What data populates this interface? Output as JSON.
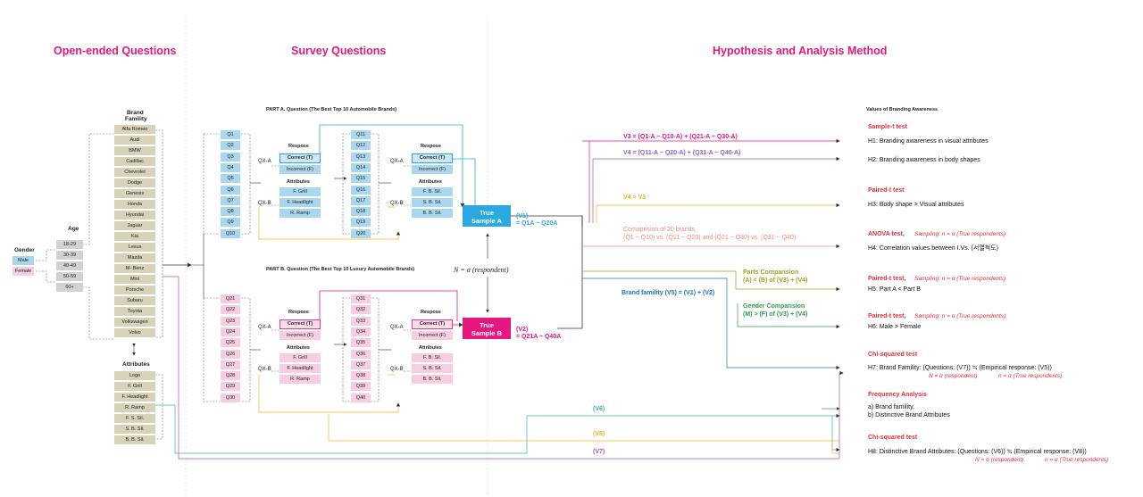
{
  "headers": {
    "open_ended": "Open-ended Questions",
    "survey": "Survey Questions",
    "hypothesis": "Hypothesis and Analysis Method"
  },
  "gender": {
    "title": "Gender",
    "items": [
      "Male",
      "Female"
    ]
  },
  "age": {
    "title": "Age",
    "items": [
      "18-29",
      "30-39",
      "40-49",
      "50-59",
      "60+"
    ]
  },
  "brand_family": {
    "title_1": "Brand",
    "title_2": "Famility",
    "items": [
      "Alfa Romeo",
      "Audi",
      "BMW",
      "Cadillac",
      "Chevrolet",
      "Dodge",
      "Genesis",
      "Honda",
      "Hyundai",
      "Jaguar",
      "Kia",
      "Lexus",
      "Mazda",
      "M- Benz",
      "Mini",
      "Porsche",
      "Subaru",
      "Toyota",
      "Volkswagen",
      "Volvo"
    ]
  },
  "attributes": {
    "title": "Attributes",
    "items": [
      "Logo",
      "F. Grill",
      "F. Headlight",
      "R. Ramp",
      "F. S. Sil.",
      "S. B. Sil.",
      "B. B. Sil."
    ]
  },
  "part_a": {
    "title": "PART A. Question (The Best Top 10 Automobile Brands)",
    "q_left": [
      "Q1",
      "Q2",
      "Q3",
      "Q4",
      "Q5",
      "Q6",
      "Q7",
      "Q8",
      "Q9",
      "Q10"
    ],
    "q_right": [
      "Q11",
      "Q12",
      "Q13",
      "Q14",
      "Q15",
      "Q16",
      "Q17",
      "Q18",
      "Q19",
      "Q20"
    ]
  },
  "part_b": {
    "title": "PART B. Question (The Best Top 10 Luxury Automobile Brands)",
    "q_left": [
      "Q21",
      "Q22",
      "Q23",
      "Q24",
      "Q25",
      "Q26",
      "Q27",
      "Q28",
      "Q29",
      "Q30"
    ],
    "q_right": [
      "Q31",
      "Q32",
      "Q33",
      "Q34",
      "Q35",
      "Q36",
      "Q37",
      "Q38",
      "Q39",
      "Q40"
    ]
  },
  "response": {
    "title": "Respose",
    "correct": "Correct (T)",
    "incorrect": "Incorrect (F)"
  },
  "attr_block": {
    "title": "Attributes",
    "left": [
      "F. Grill",
      "F. Headlight",
      "R. Ramp"
    ],
    "right": [
      "F. B. Sil.",
      "S. B. Sil.",
      "B. B. Sil."
    ]
  },
  "qx": {
    "a": "QX-A",
    "b": "QX-B"
  },
  "samples": {
    "a_title_1": "True",
    "a_title_2": "Sample A",
    "a_v": "(V1)",
    "a_range": "= Q1A ~ Q20A",
    "b_title_1": "True",
    "b_title_2": "Sample B",
    "b_v": "(V2)",
    "b_range": "= Q21A ~ Q40A",
    "n_label": "N = α (respondent)"
  },
  "variables": {
    "v3": "V3 = (Q1-A ~ Q10-A) + (Q21-A ~ Q30-A)",
    "v4": "V4 = (Q11-A ~ Q20-A) + (Q31-A ~ Q40-A)",
    "v4v3": "V4 > V3",
    "comp_1": "Comaprision of 20 brands",
    "comp_2": "(Q1 ~ Q10) vs. (Q11 ~ Q20) and (Q21 ~ Q30) vs. (Q31 ~ Q40)",
    "parts_1": "Parts Comparision",
    "parts_2": "(A) < (B) of (V3) + (V4)",
    "brand_fam": "Brand famility (V5) = (V1) + (V2)",
    "gender_1": "Gender Comparision",
    "gender_2": "(M) > (F) of (V3) + (V4)",
    "v6": "(V6)",
    "v8": "(V8)",
    "v7": "(V7)"
  },
  "right_panel": {
    "title": "Values of Branding Awareness",
    "s1_title": "Sample-t test",
    "h1": "H1: Branding awareness in visual attributes",
    "h2": "H2: Branding awareness in body shapes",
    "s2_title": "Paired-t test",
    "h3": "H3: Body shape > Visual attributes",
    "s3_title": "ANOVA test,",
    "s3_note": "Sampling: n = α (True respondents)",
    "h4": "H4: Correlation values between I.Vs. (서열척도)",
    "s4_title": "Paired-t test,",
    "s4_note": "Sampling: n = α (True respondents)",
    "h5": "H5: Part A < Part B",
    "s5_title": "Paired-t test,",
    "s5_note": "Sampling: n = α (True respondents)",
    "h6": "H6: Male > Female",
    "s6_title": "Chi-squared test",
    "h7": "H7: Brand Famility: (Questions: (V7)) ≒ (Empirical response: (V5))",
    "h7_note_1": "N = α (respondent)",
    "h7_note_2": "n = α (True respondents)",
    "s7_title": "Frequency Analysis",
    "fa_a": "a) Brand famility,",
    "fa_b": "b) Distinctive Brand Attributes",
    "s8_title": "Chi-squared test",
    "h8": "H8: Distinctive Brand Attributes: (Questions: (V6)) ≒ (Empirical response: (V8))",
    "h8_note_1": "N = α (respondent)",
    "h8_note_2": "n = α (True respondents)"
  },
  "colors": {
    "magenta": "#e5177f",
    "blue": "#29a9e0",
    "red": "#e0303d",
    "purple": "#8a63c7",
    "orange": "#f5b417",
    "salmon": "#f08a7c",
    "olive": "#9ea21d",
    "teal_blue": "#1b72b8",
    "green": "#2e9a4c",
    "teal": "#33b5ad"
  }
}
